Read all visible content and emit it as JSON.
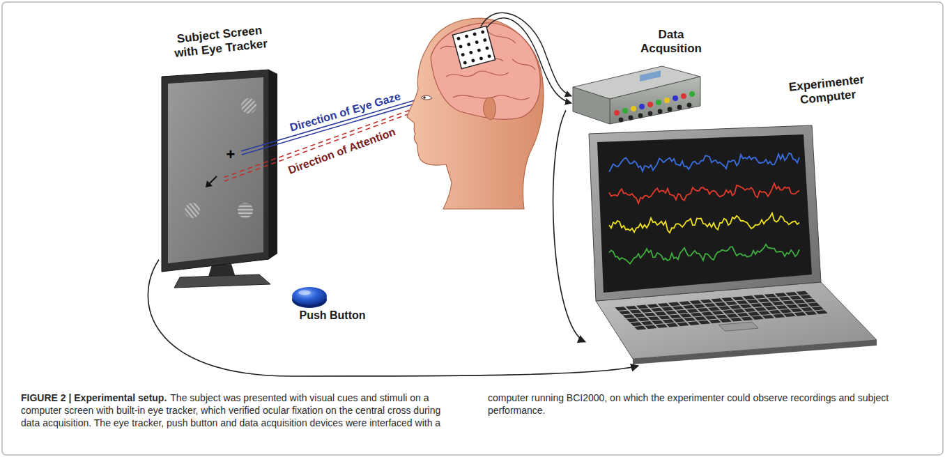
{
  "diagram": {
    "title": "FIGURE 2 | Experimental setup.",
    "caption": "The subject was presented with visual cues and stimuli on a computer screen with built-in eye tracker, which verified ocular fixation on the central cross during data acquisition. The eye tracker, push button and data acquisition devices were interfaced with a computer running BCI2000, on which the experimenter could observe recordings and subject performance.",
    "nodes": [
      {
        "text": [
          "Subject Screen with Eye Tracker"
        ]
      },
      {
        "text": [
          "Push Button"
        ]
      },
      {
        "text": [
          "Data Acqusition"
        ]
      },
      {
        "text": [
          "Experimenter Computer"
        ]
      }
    ],
    "edges": [
      {
        "from": 0,
        "to": 3,
        "arrow": "to"
      },
      {
        "from": 2,
        "to": 3,
        "arrow": "to"
      }
    ],
    "labels": [
      "Direction of Eye Gaze",
      "Direction of Attention",
      "+"
    ]
  }
}
